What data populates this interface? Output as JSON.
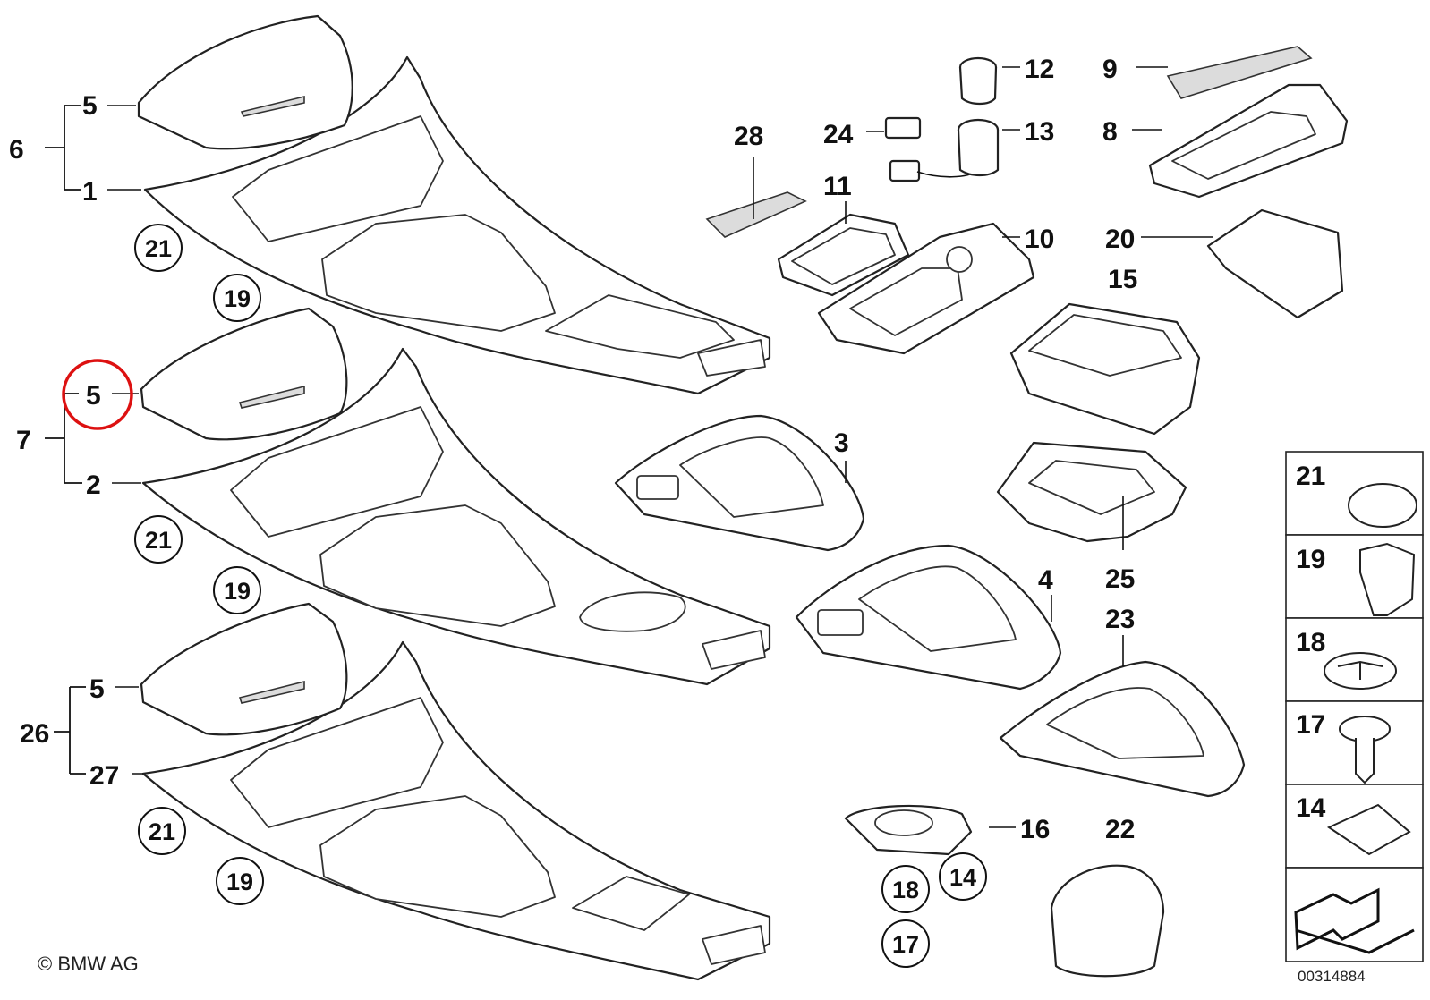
{
  "highlight": {
    "label": "5",
    "color": "#dd1111"
  },
  "labels": {
    "l1": "1",
    "l2": "2",
    "l3": "3",
    "l4": "4",
    "l5a": "5",
    "l5b": "5",
    "l5c": "5",
    "l6": "6",
    "l7": "7",
    "l8": "8",
    "l9": "9",
    "l10": "10",
    "l11": "11",
    "l12": "12",
    "l13": "13",
    "l15": "15",
    "l16": "16",
    "l20": "20",
    "l22": "22",
    "l23": "23",
    "l24": "24",
    "l25": "25",
    "l26": "26",
    "l27": "27",
    "l28": "28"
  },
  "circled": {
    "c21a": "21",
    "c19a": "19",
    "c21b": "21",
    "c19b": "19",
    "c21c": "21",
    "c19c": "19",
    "c18": "18",
    "c14": "14",
    "c17": "17"
  },
  "sidebar": {
    "items": [
      {
        "label": "21",
        "icon": "cap-icon"
      },
      {
        "label": "19",
        "icon": "clip-icon"
      },
      {
        "label": "18",
        "icon": "star-washer-icon"
      },
      {
        "label": "17",
        "icon": "screw-icon"
      },
      {
        "label": "14",
        "icon": "nut-clip-icon"
      },
      {
        "label": "",
        "icon": "direction-arrow-icon"
      }
    ]
  },
  "footer": {
    "copyright": "© BMW AG",
    "doc_number": "00314884"
  }
}
